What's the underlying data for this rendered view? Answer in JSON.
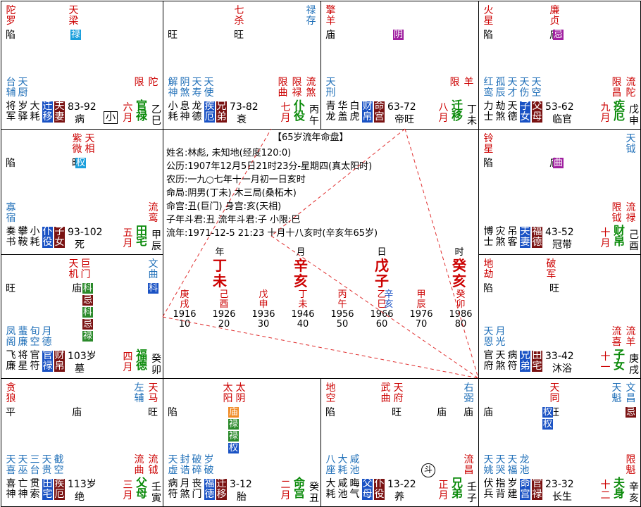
{
  "colors": {
    "red": "#cc0000",
    "blue": "#1f6fb8",
    "box_blue": "#1a52c4",
    "box_red": "#7a1212",
    "box_green": "#2b8a2b",
    "box_orange": "#f08a24",
    "line": "#e03030"
  },
  "cells": {
    "si": {
      "stars_main": [
        {
          "t": "陀罗",
          "c": "red"
        },
        {
          "t": "天梁",
          "c": "red"
        }
      ],
      "bright": [
        "陷"
      ],
      "lu_mark": "禄",
      "minor": [
        {
          "t": "台辅",
          "c": "blue"
        },
        {
          "t": "天厨",
          "c": "blue"
        }
      ],
      "limit": [
        "限",
        "陀"
      ],
      "gods": [
        "将军",
        "岁驿",
        "大耗"
      ],
      "boxes": [
        "迁移",
        "夫妻"
      ],
      "age": "83-92",
      "phase": "病",
      "small": "小",
      "month": "六月",
      "palace": "官禄",
      "stem": "乙",
      "branch": "巳"
    },
    "wu": {
      "stars_main": [
        {
          "t": "七杀",
          "c": "red"
        },
        {
          "t": "禄存",
          "c": "blue"
        }
      ],
      "bright": [
        "旺",
        "旺"
      ],
      "minor": [
        {
          "t": "解神",
          "c": "blue"
        },
        {
          "t": "阴煞",
          "c": "blue"
        },
        {
          "t": "天寿",
          "c": "blue"
        },
        {
          "t": "天使",
          "c": "blue"
        }
      ],
      "limit": [
        "限曲",
        "限禄",
        "流煞"
      ],
      "gods": [
        "小耗",
        "息神",
        "龙德"
      ],
      "boxes": [
        "疾厄",
        "兄弟"
      ],
      "age": "73-82",
      "phase": "衰",
      "month": "七月",
      "palace": "仆役",
      "stem": "丙",
      "branch": "午"
    },
    "wei": {
      "stars_main": [
        {
          "t": "擎羊",
          "c": "red"
        }
      ],
      "bright": [
        "庙"
      ],
      "mark": "阴",
      "minor": [
        {
          "t": "天刑",
          "c": "blue"
        }
      ],
      "limit": [
        "限",
        "羊"
      ],
      "gods": [
        "青龙",
        "华盖",
        "白虎"
      ],
      "boxes": [
        "财帛",
        "命宫"
      ],
      "age": "63-72",
      "phase": "帝旺",
      "month": "八月",
      "palace": "迁移",
      "stem": "丁",
      "branch": "未"
    },
    "shen": {
      "stars_main": [
        {
          "t": "火星",
          "c": "red"
        },
        {
          "t": "廉贞",
          "c": "red"
        }
      ],
      "bright": [
        "陷",
        "庙"
      ],
      "mark": "忌",
      "minor": [
        {
          "t": "红鸾",
          "c": "blue"
        },
        {
          "t": "孤辰",
          "c": "blue"
        },
        {
          "t": "天才",
          "c": "blue"
        },
        {
          "t": "天伤",
          "c": "blue"
        },
        {
          "t": "天空",
          "c": "blue"
        }
      ],
      "limit": [
        "限昌",
        "流陀"
      ],
      "gods": [
        "力士",
        "劫煞",
        "天德"
      ],
      "boxes": [
        "子女",
        "父母"
      ],
      "age": "53-62",
      "phase": "临官",
      "month": "九月",
      "palace": "疾厄",
      "stem": "戊",
      "branch": "申"
    },
    "chen": {
      "stars_main": [
        {
          "t": "紫微",
          "c": "red"
        },
        {
          "t": "天相",
          "c": "red"
        }
      ],
      "bright": [
        "陷",
        "旺"
      ],
      "mark": "权",
      "minor": [
        {
          "t": "寡宿",
          "c": "blue"
        }
      ],
      "limit": [
        "流鸾"
      ],
      "gods": [
        "奏书",
        "攀鞍",
        "小耗"
      ],
      "boxes": [
        "仆役",
        "子女"
      ],
      "age": "93-102",
      "phase": "死",
      "month": "五月",
      "palace": "田宅",
      "stem": "甲",
      "branch": "辰"
    },
    "you": {
      "stars_main": [
        {
          "t": "铃星",
          "c": "red"
        },
        {
          "t": "天钺",
          "c": "blue"
        }
      ],
      "bright": [
        "陷",
        "庙"
      ],
      "mark": "曲",
      "limit": [
        "限钺",
        "流禄"
      ],
      "gods": [
        "博士",
        "灾煞",
        "吊客"
      ],
      "boxes": [
        "夫妻",
        "福德"
      ],
      "age": "43-52",
      "phase": "冠带",
      "month": "十月",
      "palace": "财帛",
      "stem": "己",
      "branch": "酉"
    },
    "mao": {
      "stars_main": [
        {
          "t": "天机",
          "c": "red"
        },
        {
          "t": "巨门",
          "c": "red"
        },
        {
          "t": "文曲",
          "c": "blue"
        }
      ],
      "bright": [
        "旺",
        "庙",
        "旺"
      ],
      "marks": [
        "科",
        "忌",
        "科",
        "忌",
        "禄"
      ],
      "right_mark": "科",
      "minor": [
        {
          "t": "凤阁",
          "c": "blue"
        },
        {
          "t": "蜚廉",
          "c": "blue"
        },
        {
          "t": "旬空",
          "c": "blue"
        },
        {
          "t": "月德",
          "c": "blue"
        }
      ],
      "gods": [
        "飞廉",
        "将星",
        "官符"
      ],
      "boxes": [
        "官禄",
        "财帛"
      ],
      "age": "103岁",
      "phase": "墓",
      "month": "四月",
      "palace": "福德",
      "stem": "癸",
      "branch": "卯"
    },
    "xu": {
      "stars_main": [
        {
          "t": "地劫",
          "c": "red"
        },
        {
          "t": "破军",
          "c": "red"
        }
      ],
      "bright": [
        "陷",
        "旺"
      ],
      "minor": [
        {
          "t": "天恩",
          "c": "blue"
        },
        {
          "t": "月光",
          "c": "blue"
        }
      ],
      "limit": [
        "流喜",
        "流羊"
      ],
      "gods": [
        "官府",
        "天煞",
        "病符"
      ],
      "boxes": [
        "兄弟",
        "田宅"
      ],
      "age": "33-42",
      "phase": "沐浴",
      "month": "十一",
      "palace": "子女",
      "stem": "庚",
      "branch": "戌"
    },
    "yin": {
      "stars_main": [
        {
          "t": "贪狼",
          "c": "red"
        },
        {
          "t": "左辅",
          "c": "blue"
        },
        {
          "t": "天马",
          "c": "red"
        }
      ],
      "bright": [
        "平",
        "庙",
        "旺"
      ],
      "minor": [
        {
          "t": "天喜",
          "c": "blue"
        },
        {
          "t": "天巫",
          "c": "blue"
        },
        {
          "t": "三台",
          "c": "blue"
        },
        {
          "t": "天贵",
          "c": "blue"
        },
        {
          "t": "截空",
          "c": "blue"
        }
      ],
      "limit": [
        "流曲",
        "流钺"
      ],
      "gods": [
        "喜神",
        "亡神",
        "贯索"
      ],
      "boxes": [
        "田宅",
        "疾厄"
      ],
      "age": "113岁",
      "phase": "绝",
      "month": "三月",
      "palace": "父母",
      "stem": "壬",
      "branch": "寅"
    },
    "chou": {
      "stars_main": [
        {
          "t": "太阳",
          "c": "red"
        },
        {
          "t": "太阴",
          "c": "red"
        }
      ],
      "bright": [
        "陷"
      ],
      "marks": [
        "庙",
        "禄",
        "禄",
        "权"
      ],
      "minor": [
        {
          "t": "天虚",
          "c": "blue"
        },
        {
          "t": "封诰",
          "c": "blue"
        },
        {
          "t": "破碎",
          "c": "blue"
        },
        {
          "t": "岁破",
          "c": "blue"
        }
      ],
      "gods": [
        "病符",
        "月煞",
        "丧门"
      ],
      "boxes": [
        "福德",
        "迁移"
      ],
      "age": "3-12",
      "phase": "胎",
      "month": "二月",
      "palace": "命宫",
      "stem": "癸",
      "branch": "丑"
    },
    "zi": {
      "stars_main": [
        {
          "t": "地空",
          "c": "red"
        },
        {
          "t": "武曲",
          "c": "red"
        },
        {
          "t": "天府",
          "c": "red"
        },
        {
          "t": "右弼",
          "c": "blue"
        }
      ],
      "bright": [
        "陷",
        "旺",
        "庙",
        "庙"
      ],
      "minor": [
        {
          "t": "八座",
          "c": "blue"
        },
        {
          "t": "大耗",
          "c": "blue"
        },
        {
          "t": "咸池",
          "c": "blue"
        }
      ],
      "limit": [
        "流昌"
      ],
      "gods": [
        "大耗",
        "咸池",
        "晦气"
      ],
      "boxes": [
        "父母",
        "仆役"
      ],
      "dou": "斗",
      "age": "13-22",
      "phase": "养",
      "month": "正月",
      "palace": "兄弟",
      "stem": "壬",
      "branch": "子"
    },
    "hai": {
      "stars_main": [
        {
          "t": "天同",
          "c": "red"
        },
        {
          "t": "天魁",
          "c": "blue"
        },
        {
          "t": "文昌",
          "c": "blue"
        }
      ],
      "bright": [
        "庙",
        "旺"
      ],
      "marks": [
        "权",
        "权"
      ],
      "right_mark": "忌",
      "minor": [
        {
          "t": "天姚",
          "c": "blue"
        },
        {
          "t": "天哭",
          "c": "blue"
        },
        {
          "t": "天福",
          "c": "blue"
        },
        {
          "t": "龙池",
          "c": "blue"
        }
      ],
      "limit": [
        "限魁"
      ],
      "gods": [
        "伏兵",
        "指背",
        "岁建"
      ],
      "boxes": [
        "命宫",
        "官禄"
      ],
      "age": "23-32",
      "phase": "长生",
      "month": "十二",
      "palace": "夫身",
      "stem": "辛",
      "branch": "亥"
    }
  },
  "center": {
    "title": "【65岁流年命盘】",
    "lines": [
      "姓名:林彪, 未知地(经度120:0)",
      "公历:1907年12月5日21时23分-星期四(真太阳时)",
      "农历:一九○七年十一月初一日亥时",
      "命局:阴男(丁未)    木三局(桑柘木)",
      "命宫:丑(巨门)      身宫:亥(天相)",
      "子年斗君:丑   流年斗君:子   小限:巳",
      "流年:1971-12-5 21:23   十月十八亥时(辛亥年65岁)"
    ],
    "pillars": [
      {
        "label": "年",
        "stem": "丁",
        "branch": "未"
      },
      {
        "label": "月",
        "stem": "辛",
        "branch": "亥"
      },
      {
        "label": "日",
        "stem": "戊",
        "branch": "子"
      },
      {
        "label": "时",
        "stem": "癸",
        "branch": "亥"
      }
    ],
    "dayun": [
      {
        "s": "庚",
        "b": "戌",
        "y": "1916",
        "a": "10"
      },
      {
        "s": "己",
        "b": "酉",
        "y": "1926",
        "a": "20"
      },
      {
        "s": "戊",
        "b": "申",
        "y": "1936",
        "a": "30"
      },
      {
        "s": "丁",
        "b": "未",
        "y": "1946",
        "a": "40"
      },
      {
        "s": "丙",
        "b": "午",
        "y": "1956",
        "a": "50"
      },
      {
        "s": "乙",
        "b": "巳",
        "y": "1966",
        "a": "60"
      },
      {
        "s": "甲",
        "b": "辰",
        "y": "1976",
        "a": "70"
      },
      {
        "s": "癸",
        "b": "卯",
        "y": "1986",
        "a": "80"
      }
    ],
    "dayun_extra": {
      "s": "辛",
      "b": "亥"
    }
  }
}
